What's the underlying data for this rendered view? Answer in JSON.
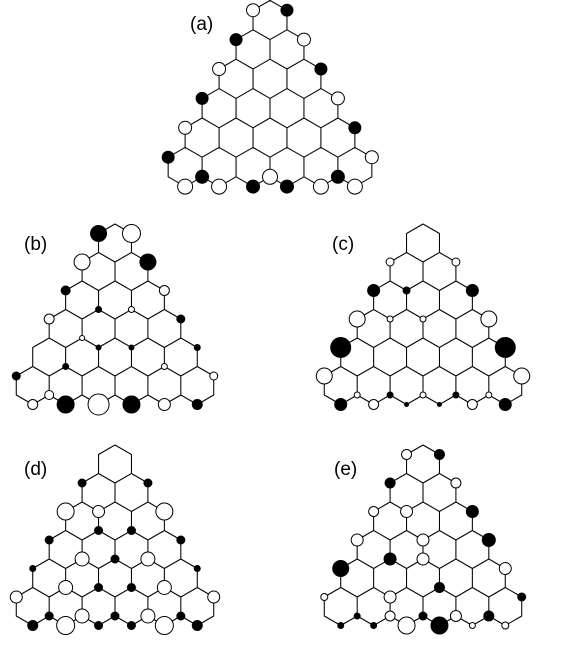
{
  "panels": [
    {
      "id": "a",
      "label": "(a)"
    },
    {
      "id": "b",
      "label": "(b)"
    },
    {
      "id": "c",
      "label": "(c)"
    },
    {
      "id": "d",
      "label": "(d)"
    },
    {
      "id": "e",
      "label": "(e)"
    }
  ],
  "lattice": {
    "rows": 6,
    "shape": "triangular honeycomb flake"
  },
  "legend_note": "filled circle = black, open circle = white; circle size encodes magnitude"
}
